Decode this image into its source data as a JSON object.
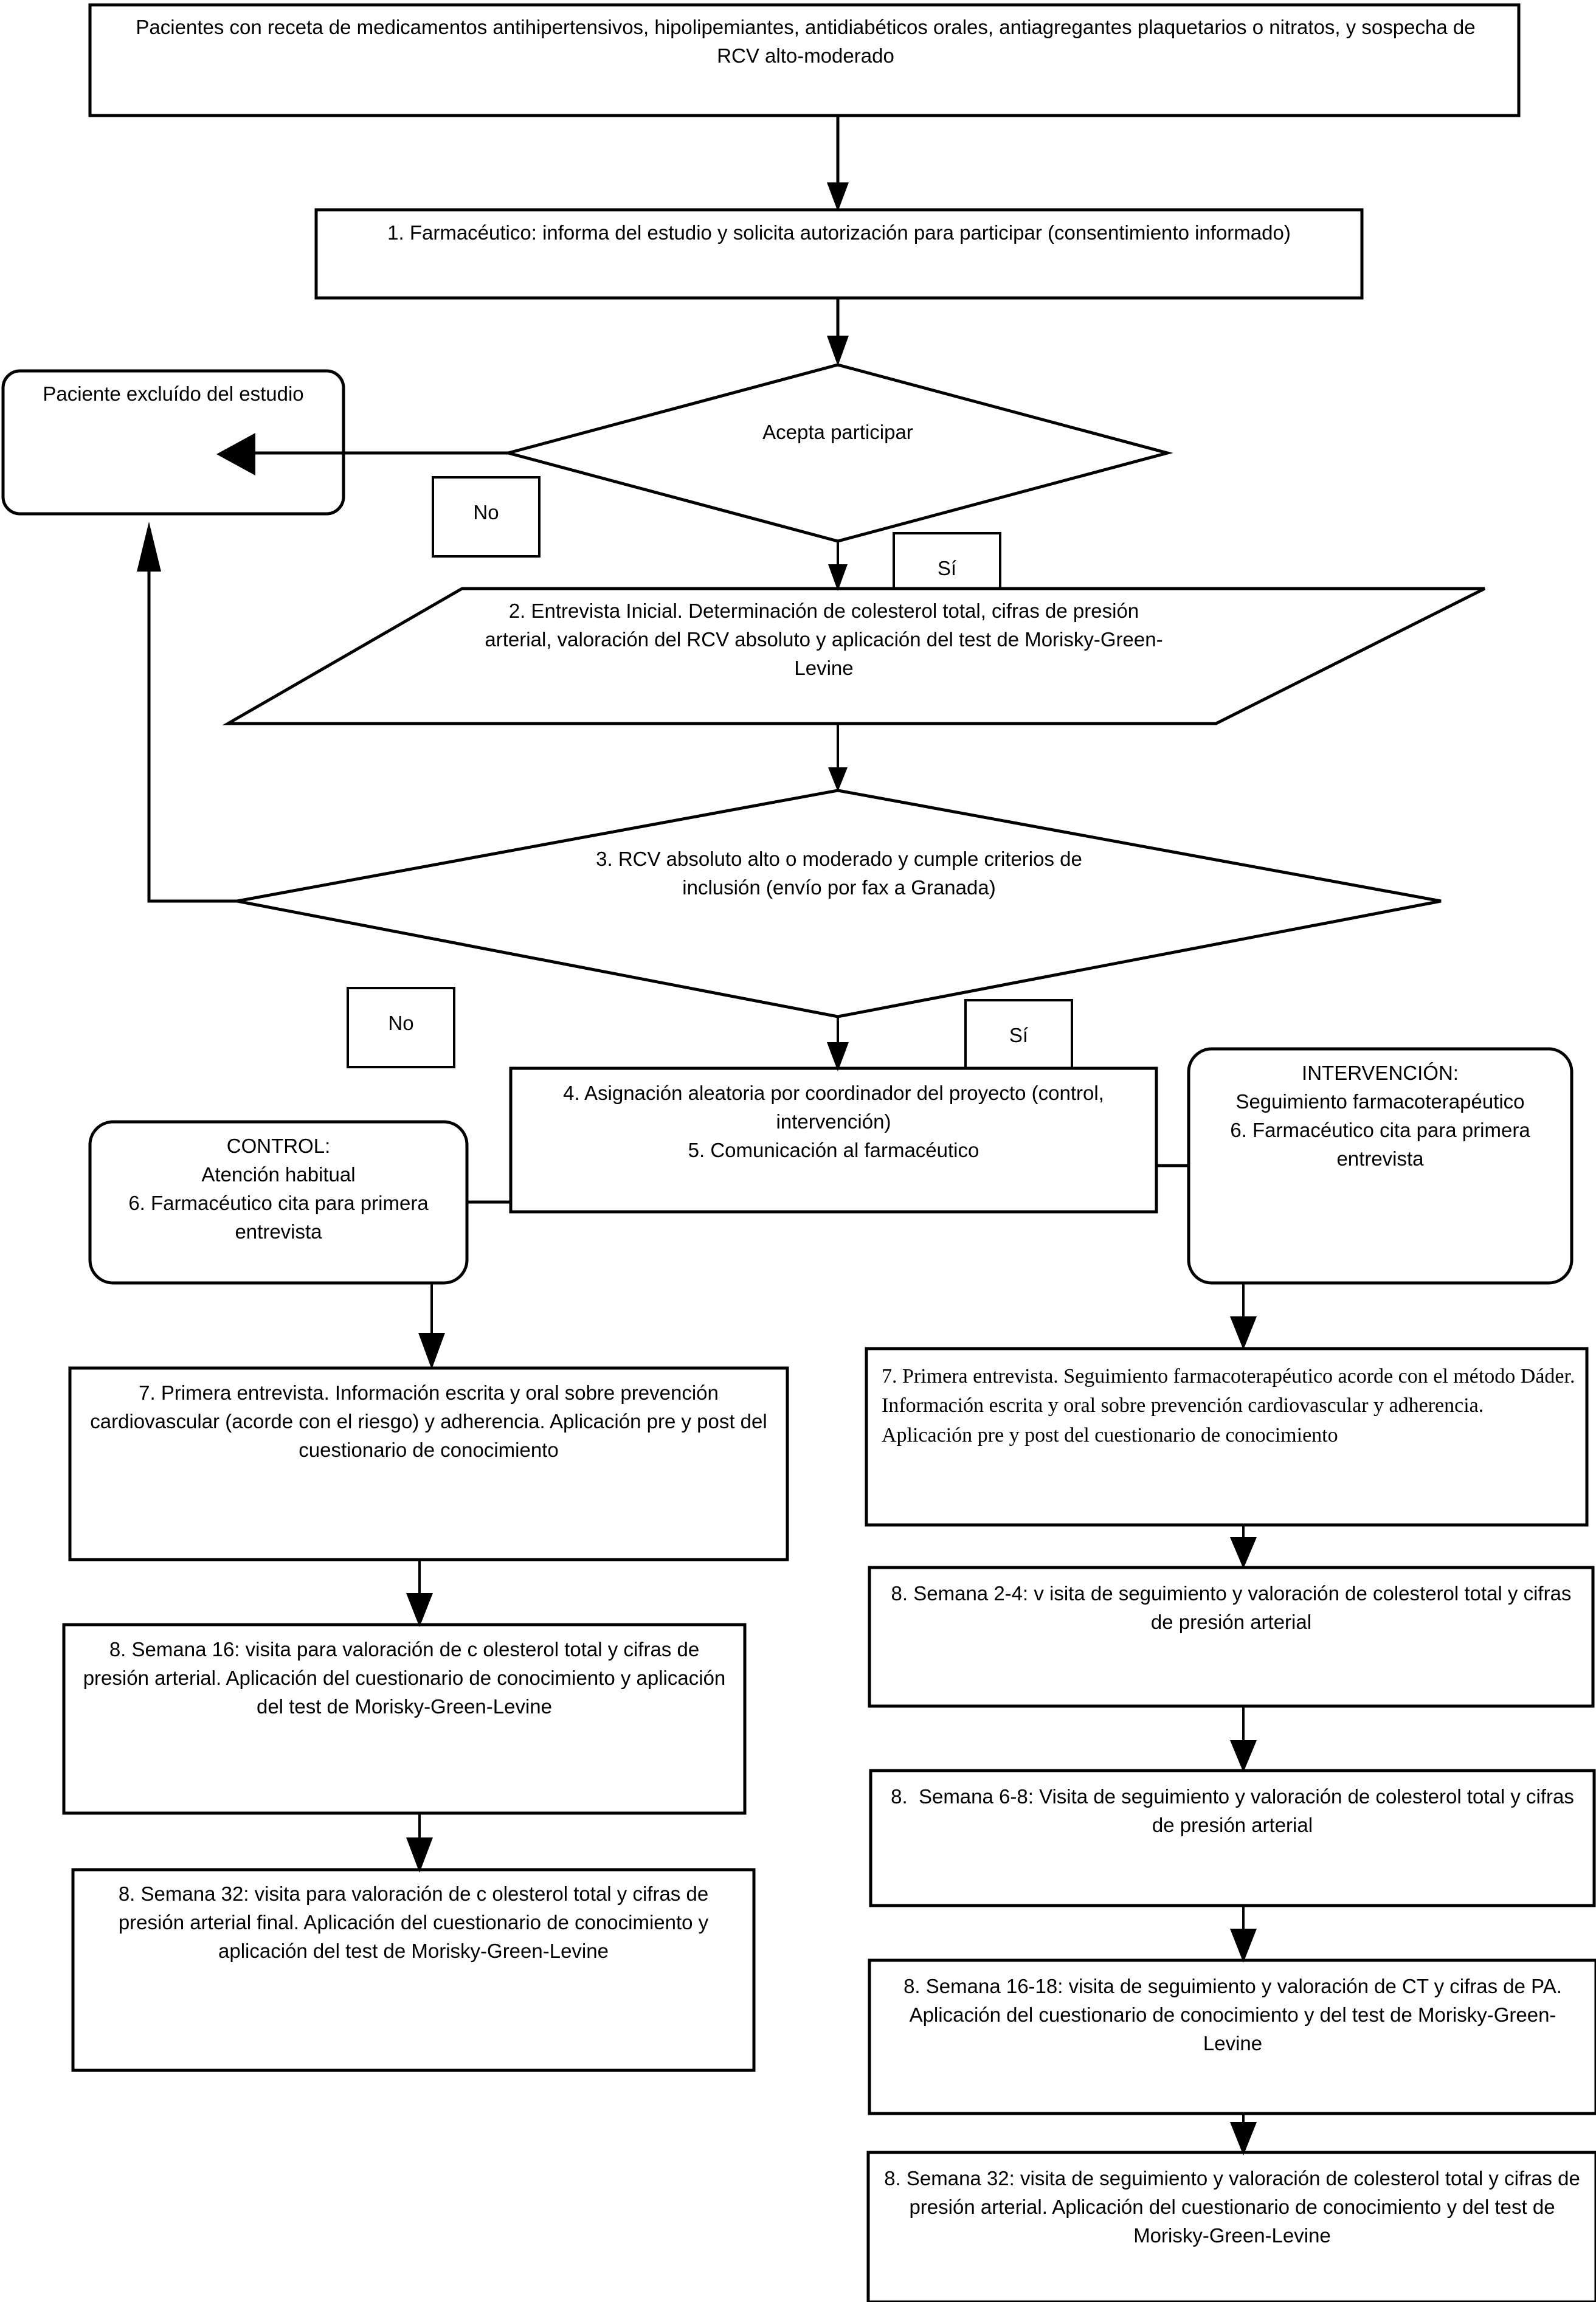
{
  "diagram": {
    "type": "flowchart",
    "title": "Diagrama de flujo del estudio de seguimiento farmacoterapéutico en riesgo cardiovascular",
    "language": "es",
    "colors": {
      "stroke": "#000000",
      "fill": "#ffffff",
      "text": "#000000"
    },
    "nodes": {
      "start": {
        "shape": "rectangle",
        "text": "Pacientes con receta de medicamentos antihipertensivos, hipolipemiantes, antidiabéticos orales, antiagregantes plaquetarios o nitratos, y sospecha de RCV alto-moderado"
      },
      "step1": {
        "shape": "rectangle",
        "text": "1. Farmacéutico: informa del estudio y solicita autorización para participar (consentimiento informado)"
      },
      "decision_accept": {
        "shape": "diamond",
        "text": "Acepta participar"
      },
      "excluded": {
        "shape": "rounded-rectangle",
        "text": "Paciente excluído del estudio"
      },
      "label_no_1": {
        "shape": "rectangle",
        "text": "No"
      },
      "label_si_1": {
        "shape": "rectangle",
        "text": "Sí"
      },
      "step2": {
        "shape": "parallelogram",
        "text": "2. Entrevista Inicial. Determinación de colesterol total, cifras de presión arterial, valoración del RCV absoluto y aplicación del test de Morisky-Green-Levine"
      },
      "decision_rcv": {
        "shape": "diamond",
        "text": "3. RCV absoluto alto o moderado y cumple criterios de inclusión (envío por fax a Granada)"
      },
      "label_no_2": {
        "shape": "rectangle",
        "text": "No"
      },
      "label_si_2": {
        "shape": "rectangle",
        "text": "Sí"
      },
      "step45": {
        "shape": "rectangle",
        "text": "4. Asignación aleatoria por coordinador del proyecto (control, intervención)\n5. Comunicación al farmacéutico"
      },
      "control": {
        "shape": "rounded-rectangle",
        "text": "CONTROL:\nAtención habitual\n6. Farmacéutico cita para primera entrevista"
      },
      "intervention": {
        "shape": "rounded-rectangle",
        "text": "INTERVENCIÓN:\nSeguimiento farmacoterapéutico\n6. Farmacéutico cita para primera entrevista"
      },
      "control_step7": {
        "shape": "rectangle",
        "text": "7. Primera entrevista. Información escrita y oral sobre prevención cardiovascular (acorde con el riesgo) y adherencia. Aplicación pre y post del cuestionario de conocimiento"
      },
      "control_week16": {
        "shape": "rectangle",
        "text": "8. Semana 16: visita para valoración de c olesterol total y cifras de presión arterial. Aplicación del cuestionario de conocimiento y aplicación del test de Morisky-Green-Levine"
      },
      "control_week32": {
        "shape": "rectangle",
        "text": "8. Semana 32: visita para valoración de c olesterol total y cifras de presión arterial final. Aplicación del cuestionario de conocimiento y aplicación del test de Morisky-Green-Levine"
      },
      "intervention_step7": {
        "shape": "rectangle",
        "text": "7. Primera entrevista. Seguimiento farmacoterapéutico acorde con el método Dáder. Información escrita y oral sobre prevención cardiovascular y adherencia. Aplicación pre y post del cuestionario de conocimiento"
      },
      "intervention_week2_4": {
        "shape": "rectangle",
        "text": "8. Semana 2-4: v isita de seguimiento y valoración de colesterol total y cifras de presión arterial"
      },
      "intervention_week6_8": {
        "shape": "rectangle",
        "text": "8.  Semana 6-8: Visita de seguimiento y valoración de colesterol total y cifras de presión arterial"
      },
      "intervention_week16_18": {
        "shape": "rectangle",
        "text": "8. Semana 16-18: visita de seguimiento y valoración de CT y cifras de PA. Aplicación del cuestionario de conocimiento y del test de Morisky-Green-Levine"
      },
      "intervention_week32": {
        "shape": "rectangle",
        "text": "8. Semana 32: visita de seguimiento y valoración de colesterol total y cifras de presión arterial. Aplicación del cuestionario de conocimiento y del test de Morisky-Green-Levine"
      }
    },
    "edges": [
      {
        "from": "start",
        "to": "step1",
        "label": ""
      },
      {
        "from": "step1",
        "to": "decision_accept",
        "label": ""
      },
      {
        "from": "decision_accept",
        "to": "excluded",
        "label": "No"
      },
      {
        "from": "decision_accept",
        "to": "step2",
        "label": "Sí"
      },
      {
        "from": "step2",
        "to": "decision_rcv",
        "label": ""
      },
      {
        "from": "decision_rcv",
        "to": "excluded",
        "label": "No"
      },
      {
        "from": "decision_rcv",
        "to": "step45",
        "label": "Sí"
      },
      {
        "from": "step45",
        "to": "control",
        "label": ""
      },
      {
        "from": "step45",
        "to": "intervention",
        "label": ""
      },
      {
        "from": "control",
        "to": "control_step7",
        "label": ""
      },
      {
        "from": "control_step7",
        "to": "control_week16",
        "label": ""
      },
      {
        "from": "control_week16",
        "to": "control_week32",
        "label": ""
      },
      {
        "from": "intervention",
        "to": "intervention_step7",
        "label": ""
      },
      {
        "from": "intervention_step7",
        "to": "intervention_week2_4",
        "label": ""
      },
      {
        "from": "intervention_week2_4",
        "to": "intervention_week6_8",
        "label": ""
      },
      {
        "from": "intervention_week6_8",
        "to": "intervention_week16_18",
        "label": ""
      },
      {
        "from": "intervention_week16_18",
        "to": "intervention_week32",
        "label": ""
      }
    ]
  }
}
